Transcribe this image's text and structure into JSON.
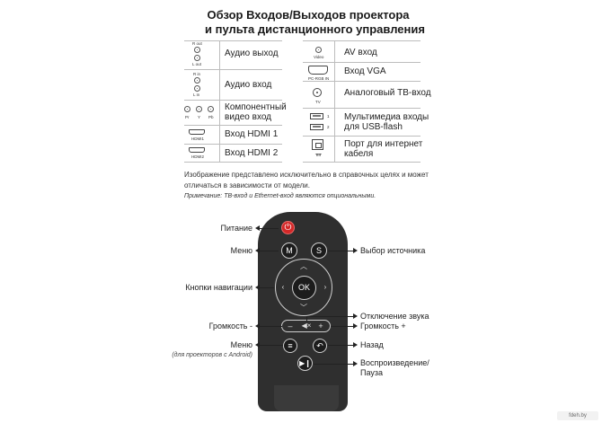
{
  "title": {
    "line1": "Обзор Входов/Выходов проектора",
    "line2": "и пульта дистанционного управления"
  },
  "ports_left": [
    {
      "label": "Аудио выход",
      "sublabels": [
        "R out",
        "L out"
      ]
    },
    {
      "label": "Аудио вход",
      "sublabels": [
        "R in",
        "L in"
      ]
    },
    {
      "label_line1": "Компонентный",
      "label_line2": "видео вход",
      "sublabels": [
        "Pr",
        "Y",
        "Pb"
      ]
    },
    {
      "label": "Вход HDMI 1",
      "sublabel": "HDMI1"
    },
    {
      "label": "Вход HDMI 2",
      "sublabel": "HDMI2"
    }
  ],
  "ports_right": [
    {
      "label": "AV вход",
      "sublabel": "Video"
    },
    {
      "label": "Вход VGA",
      "sublabel": "PC-RGB IN"
    },
    {
      "label": "Аналоговый ТВ-вход",
      "sublabel": "TV"
    },
    {
      "label_line1": "Мультимедиа входы",
      "label_line2": "для USB-flash",
      "sublabels": [
        "1",
        "2"
      ]
    },
    {
      "label_line1": "Порт для интернет",
      "label_line2": "кабеля",
      "sublabel": "ᚄ"
    }
  ],
  "notes": {
    "disclaimer_line1": "Изображение представлено исключительно в справочных целях и может",
    "disclaimer_line2": "отличаться в зависимости от модели.",
    "remark": "Примечание: ТВ-вход и Ethernet-вход являются опциональными."
  },
  "remote": {
    "buttons": {
      "power_icon": "power-icon",
      "menu": "M",
      "source": "S",
      "ok": "OK",
      "vol_minus": "–",
      "vol_plus": "+",
      "mute_icon": "mute-icon",
      "home_icon": "menu-lines-icon",
      "back_icon": "back-arrow-icon",
      "play_icon": "play-pause-icon"
    },
    "callouts_left": {
      "power": "Питание",
      "menu": "Меню",
      "navigation": "Кнопки навигации",
      "volume_minus": "Громкость -",
      "menu_android": "Меню",
      "menu_android_note": "(для проекторов с Android)"
    },
    "callouts_right": {
      "source": "Выбор источника",
      "mute": "Отключение звука",
      "volume_plus": "Громкость +",
      "back": "Назад",
      "playback_line1": "Воспроизведение/",
      "playback_line2": "Пауза"
    },
    "colors": {
      "body": "#2f2f2f",
      "power": "#d42828"
    }
  },
  "watermark": "fdeh.by"
}
